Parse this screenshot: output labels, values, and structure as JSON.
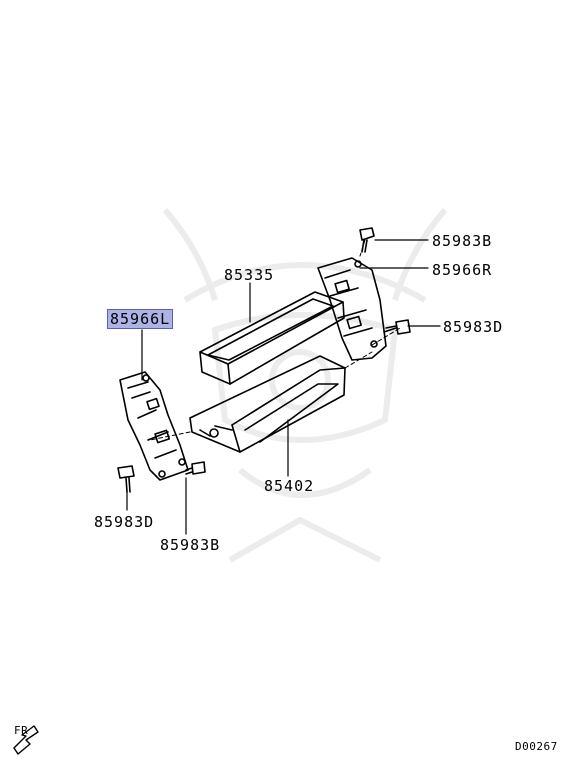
{
  "parts": {
    "p85983B_top": "85983B",
    "p85966R": "85966R",
    "p85983D_right": "85983D",
    "p85335": "85335",
    "p85966L": "85966L",
    "p85402": "85402",
    "p85983D_left": "85983D",
    "p85983B_bottom": "85983B"
  },
  "highlighted_part": "85966L",
  "orientation_label": "FR",
  "diagram_code": "D00267",
  "colors": {
    "highlight": "#aeb3e6",
    "line": "#000000",
    "watermark": "#ececec"
  }
}
